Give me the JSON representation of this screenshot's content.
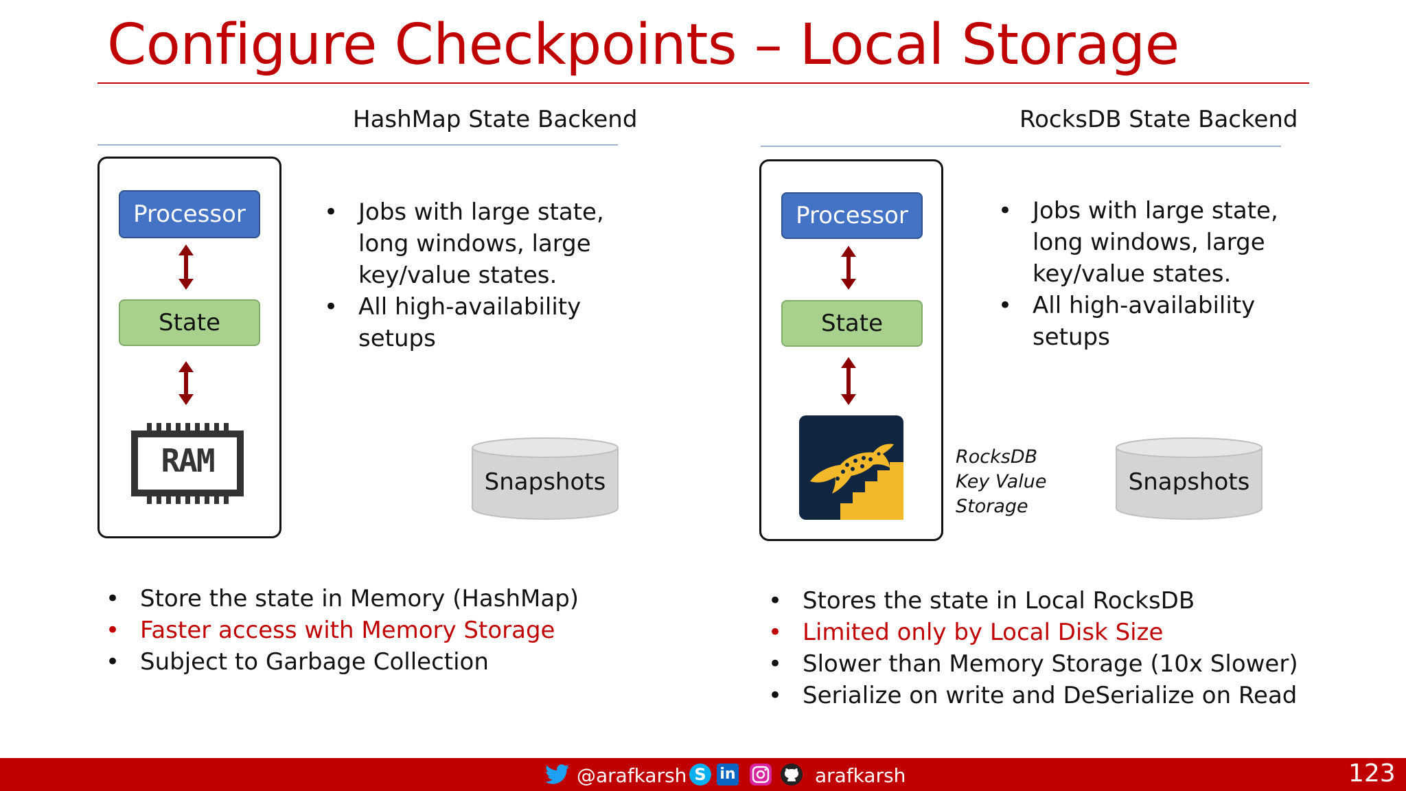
{
  "slide": {
    "title": "Configure Checkpoints – Local Storage",
    "page_number": "123"
  },
  "left": {
    "header": "HashMap State Backend",
    "processor_label": "Processor",
    "state_label": "State",
    "ram_label": "RAM",
    "snapshots_label": "Snapshots",
    "use_cases": [
      "Jobs with large state, long windows, large key/value states.",
      "All high-availability setups"
    ],
    "features": [
      {
        "text": "Store the state in Memory (HashMap)",
        "highlight": false
      },
      {
        "text": "Faster access with Memory Storage",
        "highlight": true
      },
      {
        "text": "Subject to Garbage Collection",
        "highlight": false
      }
    ]
  },
  "right": {
    "header": "RocksDB State Backend",
    "processor_label": "Processor",
    "state_label": "State",
    "storage_note": [
      "RocksDB",
      "Key Value",
      "Storage"
    ],
    "snapshots_label": "Snapshots",
    "use_cases": [
      "Jobs with large state, long windows, large key/value states.",
      "All high-availability setups"
    ],
    "features": [
      {
        "text": "Stores the state in Local RocksDB",
        "highlight": false
      },
      {
        "text": "Limited only by Local Disk Size",
        "highlight": true
      },
      {
        "text": "Slower than Memory Storage (10x Slower)",
        "highlight": false
      },
      {
        "text": "Serialize on write and DeSerialize on Read",
        "highlight": false
      }
    ]
  },
  "footer": {
    "twitter_handle": "@arafkarsh",
    "social_handle": "arafkarsh",
    "icons": [
      "twitter-icon",
      "skype-icon",
      "linkedin-icon",
      "instagram-icon",
      "github-icon"
    ]
  },
  "colors": {
    "accent": "#c00000",
    "processor": "#4472c4",
    "state": "#a9d18e",
    "arrow": "#8b0000"
  }
}
